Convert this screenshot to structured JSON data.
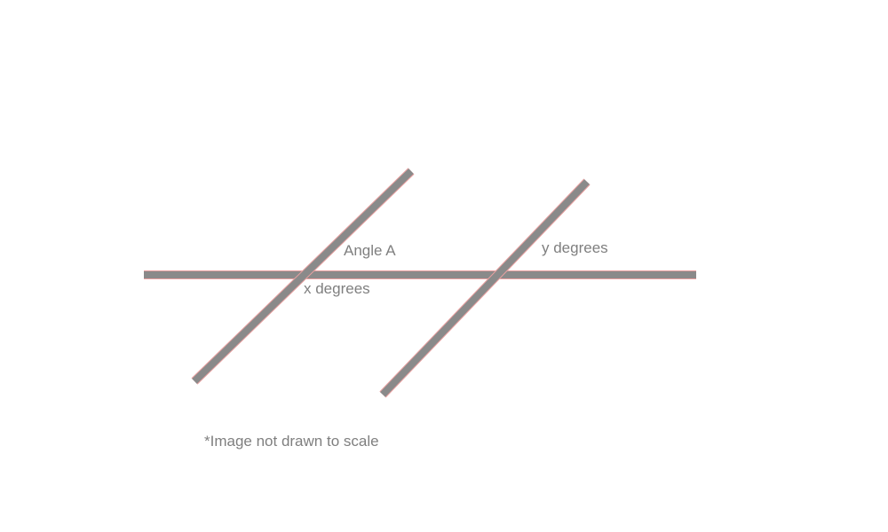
{
  "diagram": {
    "labels": {
      "angle_a": "Angle A",
      "x_angle": "x degrees",
      "y_angle": "y degrees"
    },
    "note": "*Image not drawn to scale",
    "colors": {
      "line_fill": "#8a8a8a",
      "line_edge": "#e8a0a0",
      "text": "#7f7f7f",
      "background": "#ffffff"
    }
  }
}
